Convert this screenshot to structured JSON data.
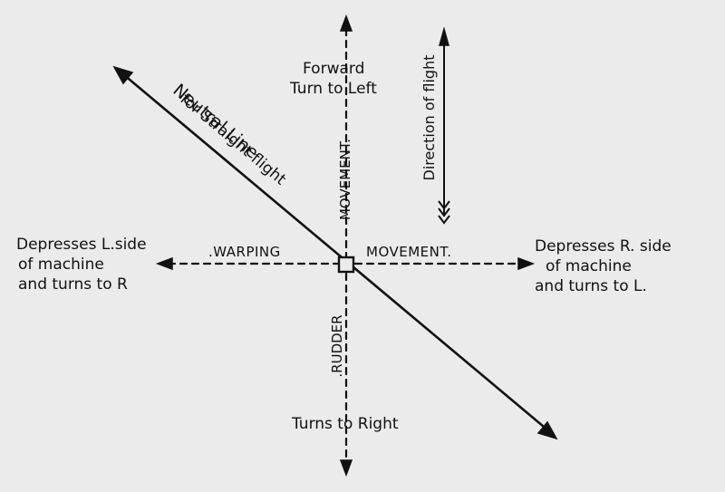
{
  "colors": {
    "ink": "#111111",
    "paper": "#ebebeb"
  },
  "labels": {
    "forward": "Forward",
    "turn_left": "Turn to Left",
    "direction": "Direction of flight",
    "neutral_1": "Neutral Line",
    "neutral_2": "for Straight flight",
    "movement_v": "MOVEMENT.",
    "warping": ".WARPING",
    "movement_h": "MOVEMENT.",
    "rudder": ".RUDDER",
    "turns_right": "Turns to Right",
    "left_1": "Depresses L.side",
    "left_2": "of machine",
    "left_3": "and turns to R",
    "right_1": "Depresses R. side",
    "right_2": "of machine",
    "right_3": "and turns to L."
  }
}
